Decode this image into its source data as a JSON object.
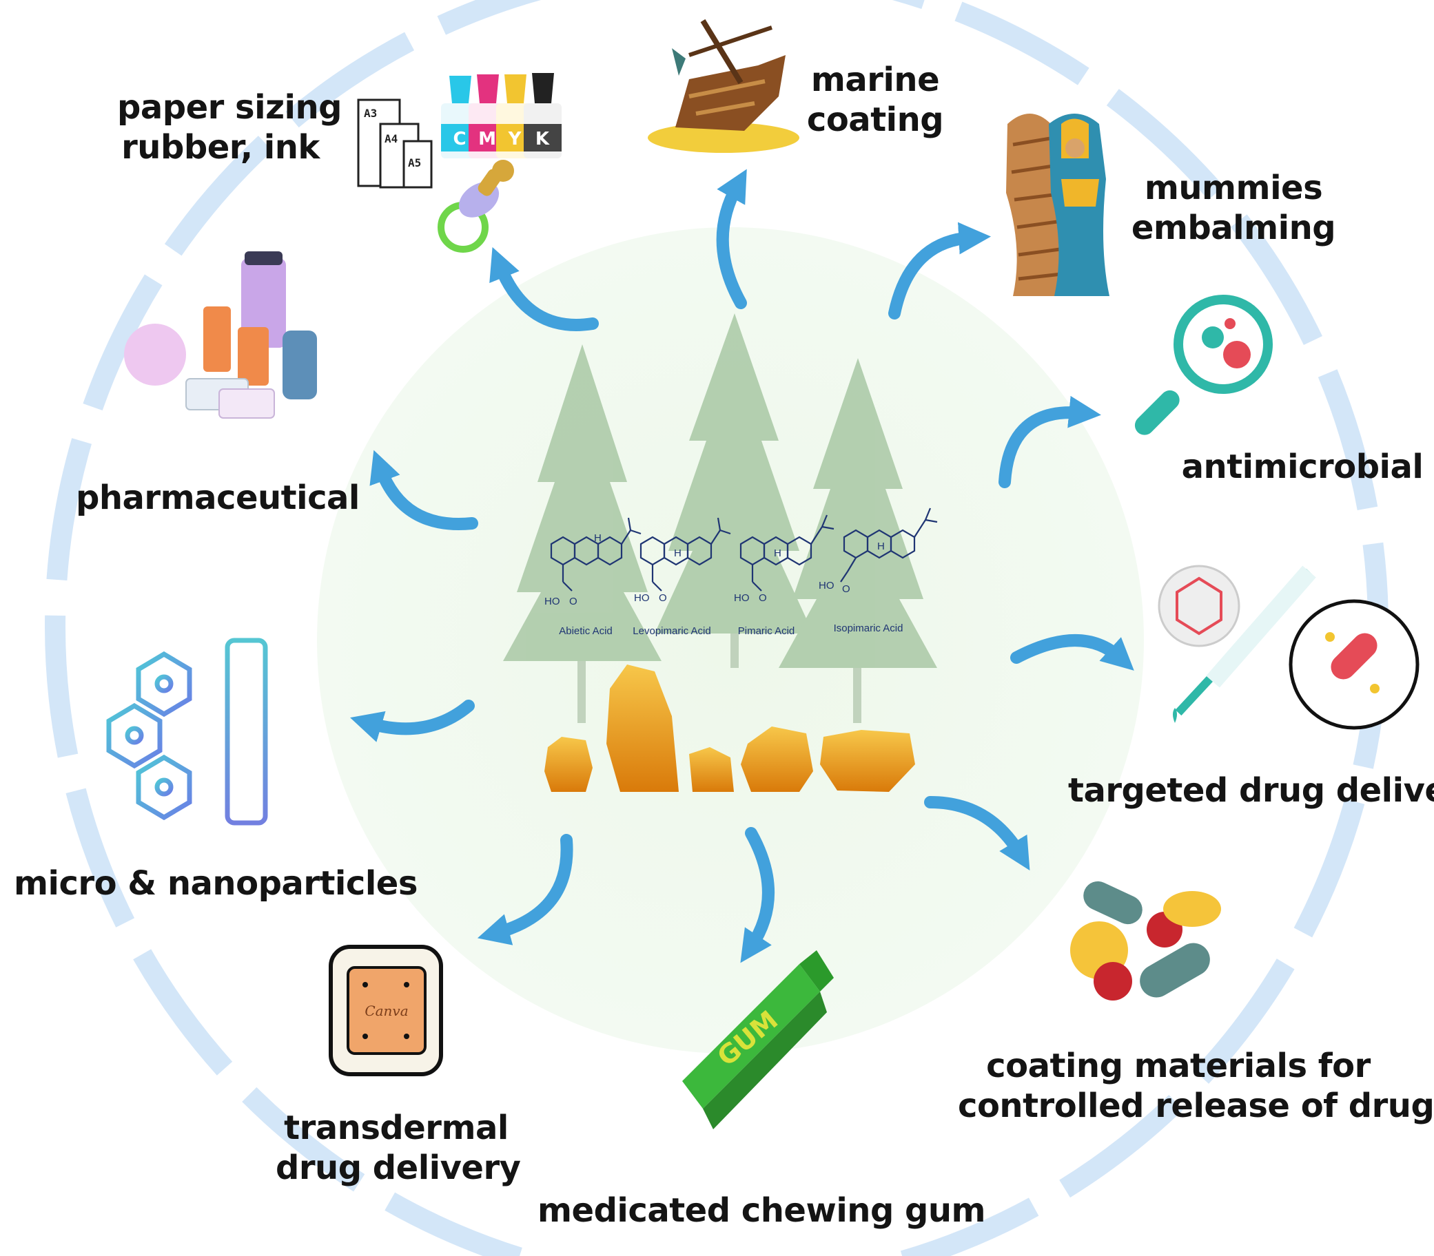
{
  "center": {
    "compounds": [
      "Abietic Acid",
      "Levopimaric Acid",
      "Pimaric Acid",
      "Isopimaric Acid"
    ],
    "ho_label": "HO",
    "h_label": "H",
    "o_label": "O"
  },
  "applications": {
    "paper_sizing": [
      "paper sizing",
      "rubber, ink"
    ],
    "marine": [
      "marine",
      "coating"
    ],
    "mummies": [
      "mummies",
      "embalming"
    ],
    "antimicrobial": [
      "antimicrobial"
    ],
    "targeted": [
      "targeted drug delivery"
    ],
    "coating_release": [
      "coating materials for",
      "controlled release of drug"
    ],
    "chewing_gum": [
      "medicated chewing gum"
    ],
    "transdermal": [
      "transdermal",
      "drug delivery"
    ],
    "nanoparticles": [
      "micro & nanoparticles"
    ],
    "pharmaceutical": [
      "pharmaceutical"
    ]
  },
  "icon_text": {
    "paper_sizes": [
      "A3",
      "A4",
      "A5"
    ],
    "ink_letters": [
      "C",
      "M",
      "Y",
      "K"
    ],
    "gum_label": "GUM",
    "patch_label": "Canva"
  },
  "colors": {
    "ring": "#d3e6f8",
    "arrow": "#42a1dc",
    "center_glow": "#eaf6e6",
    "tree": "#a9c8a5",
    "resin": "#e79a16",
    "molecule": "#1f3573"
  }
}
